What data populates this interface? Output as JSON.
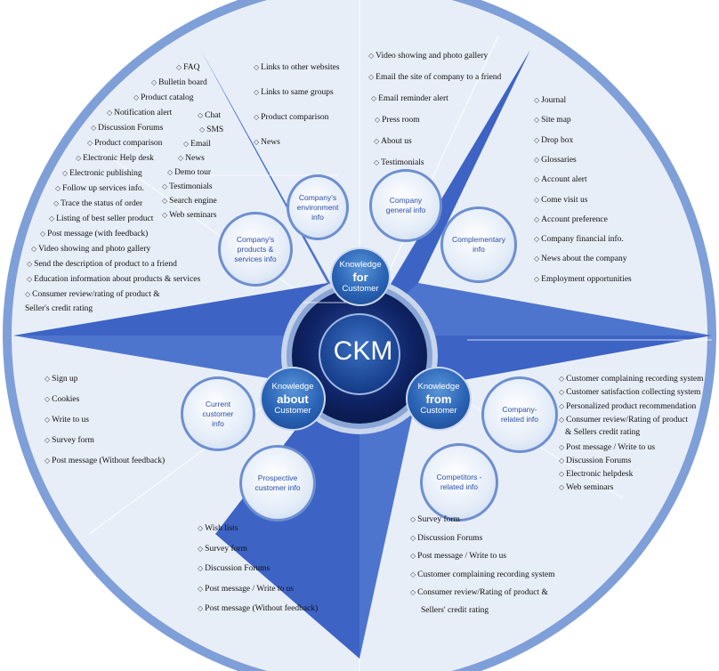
{
  "center": {
    "label": "CKM"
  },
  "knowledge_nodes": {
    "for": {
      "l1": "Knowledge",
      "l2": "for",
      "l3": "Customer"
    },
    "about": {
      "l1": "Knowledge",
      "l2": "about",
      "l3": "Customer"
    },
    "from": {
      "l1": "Knowledge",
      "l2": "from",
      "l3": "Customer"
    }
  },
  "categories": {
    "products": {
      "label": "Company's products & services info"
    },
    "environment": {
      "label": "Company's environment info"
    },
    "general": {
      "label": "Company general info"
    },
    "complementary": {
      "label": "Complementary info"
    },
    "current": {
      "label": "Current customer info"
    },
    "prospective": {
      "label": "Prospective customer info"
    },
    "competitors": {
      "label": "Competitors -related info"
    },
    "company_related": {
      "label": "Company-related info"
    }
  },
  "lists": {
    "products_items": [
      "FAQ",
      "Bulletin board",
      "Product catalog",
      "Notification alert",
      "Discussion Forums",
      "Product comparison",
      "Electronic Help desk",
      "Electronic publishing",
      "Follow up services info.",
      "Trace the status of order",
      "Listing of best seller product",
      "Post message (with feedback)",
      "Video showing and photo gallery",
      "Send the description of product to a friend",
      "Education information about products & services",
      "Consumer review/rating of product &",
      "Seller's credit rating"
    ],
    "products_items_2": [
      "Chat",
      "SMS",
      "Email",
      "News",
      "Demo tour",
      "Testimonials",
      "Search engine",
      "Web seminars"
    ],
    "environment_items": [
      "Links to other websites",
      "Links to same groups",
      "Product comparison",
      "News"
    ],
    "general_items": [
      "Video showing and photo gallery",
      "Email the site of company to a friend",
      "Email reminder alert",
      "Press room",
      "About us",
      "Testimonials"
    ],
    "complementary_items": [
      "Journal",
      "Site map",
      "Drop box",
      "Glossaries",
      "Account alert",
      "Come visit us",
      "Account preference",
      "Company financial info.",
      "News about the company",
      "Employment opportunities"
    ],
    "current_items": [
      "Sign up",
      "Cookies",
      "Write to us",
      "Survey form",
      "Post message (Without feedback)"
    ],
    "prospective_items": [
      "Wish lists",
      "Survey form",
      "Discussion Forums",
      "Post message / Write to us",
      "Post message (Without feedback)"
    ],
    "competitors_items": [
      "Survey form",
      "Discussion Forums",
      "Post message / Write to us",
      "Customer complaining recording system",
      "Consumer review/Rating of product &",
      "Sellers' credit rating"
    ],
    "company_related_items": [
      "Customer complaining recording system",
      "Customer satisfaction collecting system",
      "Personalized product recommendation",
      "Consumer review/Rating of product",
      "& Sellers credit rating",
      "Post message / Write to us",
      "Discussion Forums",
      "Electronic helpdesk",
      "Web seminars"
    ]
  },
  "colors": {
    "ring": "#7f9fd8",
    "disk": "#e8eef8",
    "star": "#3d63c4",
    "star_dark": "#2a4ea8",
    "core": "#0d1f5c"
  }
}
